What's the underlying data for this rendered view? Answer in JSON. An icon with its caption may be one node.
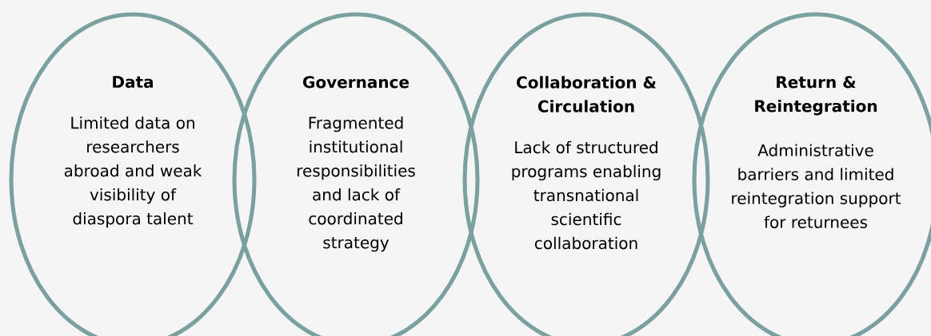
{
  "diagram": {
    "nodes": [
      {
        "text": [
          "Data",
          "Limited data on researchers abroad and weak visibility of diaspora talent"
        ]
      },
      {
        "text": [
          "Governance",
          "Fragmented institutional responsibilities and lack of coordinated strategy"
        ]
      },
      {
        "text": [
          "Collaboration & Circulation",
          "Lack of structured programs enabling transnational scientific collaboration"
        ]
      },
      {
        "text": [
          "Return & Reintegration",
          "Administrative barriers and limited reintegration support for returnees"
        ]
      }
    ]
  }
}
